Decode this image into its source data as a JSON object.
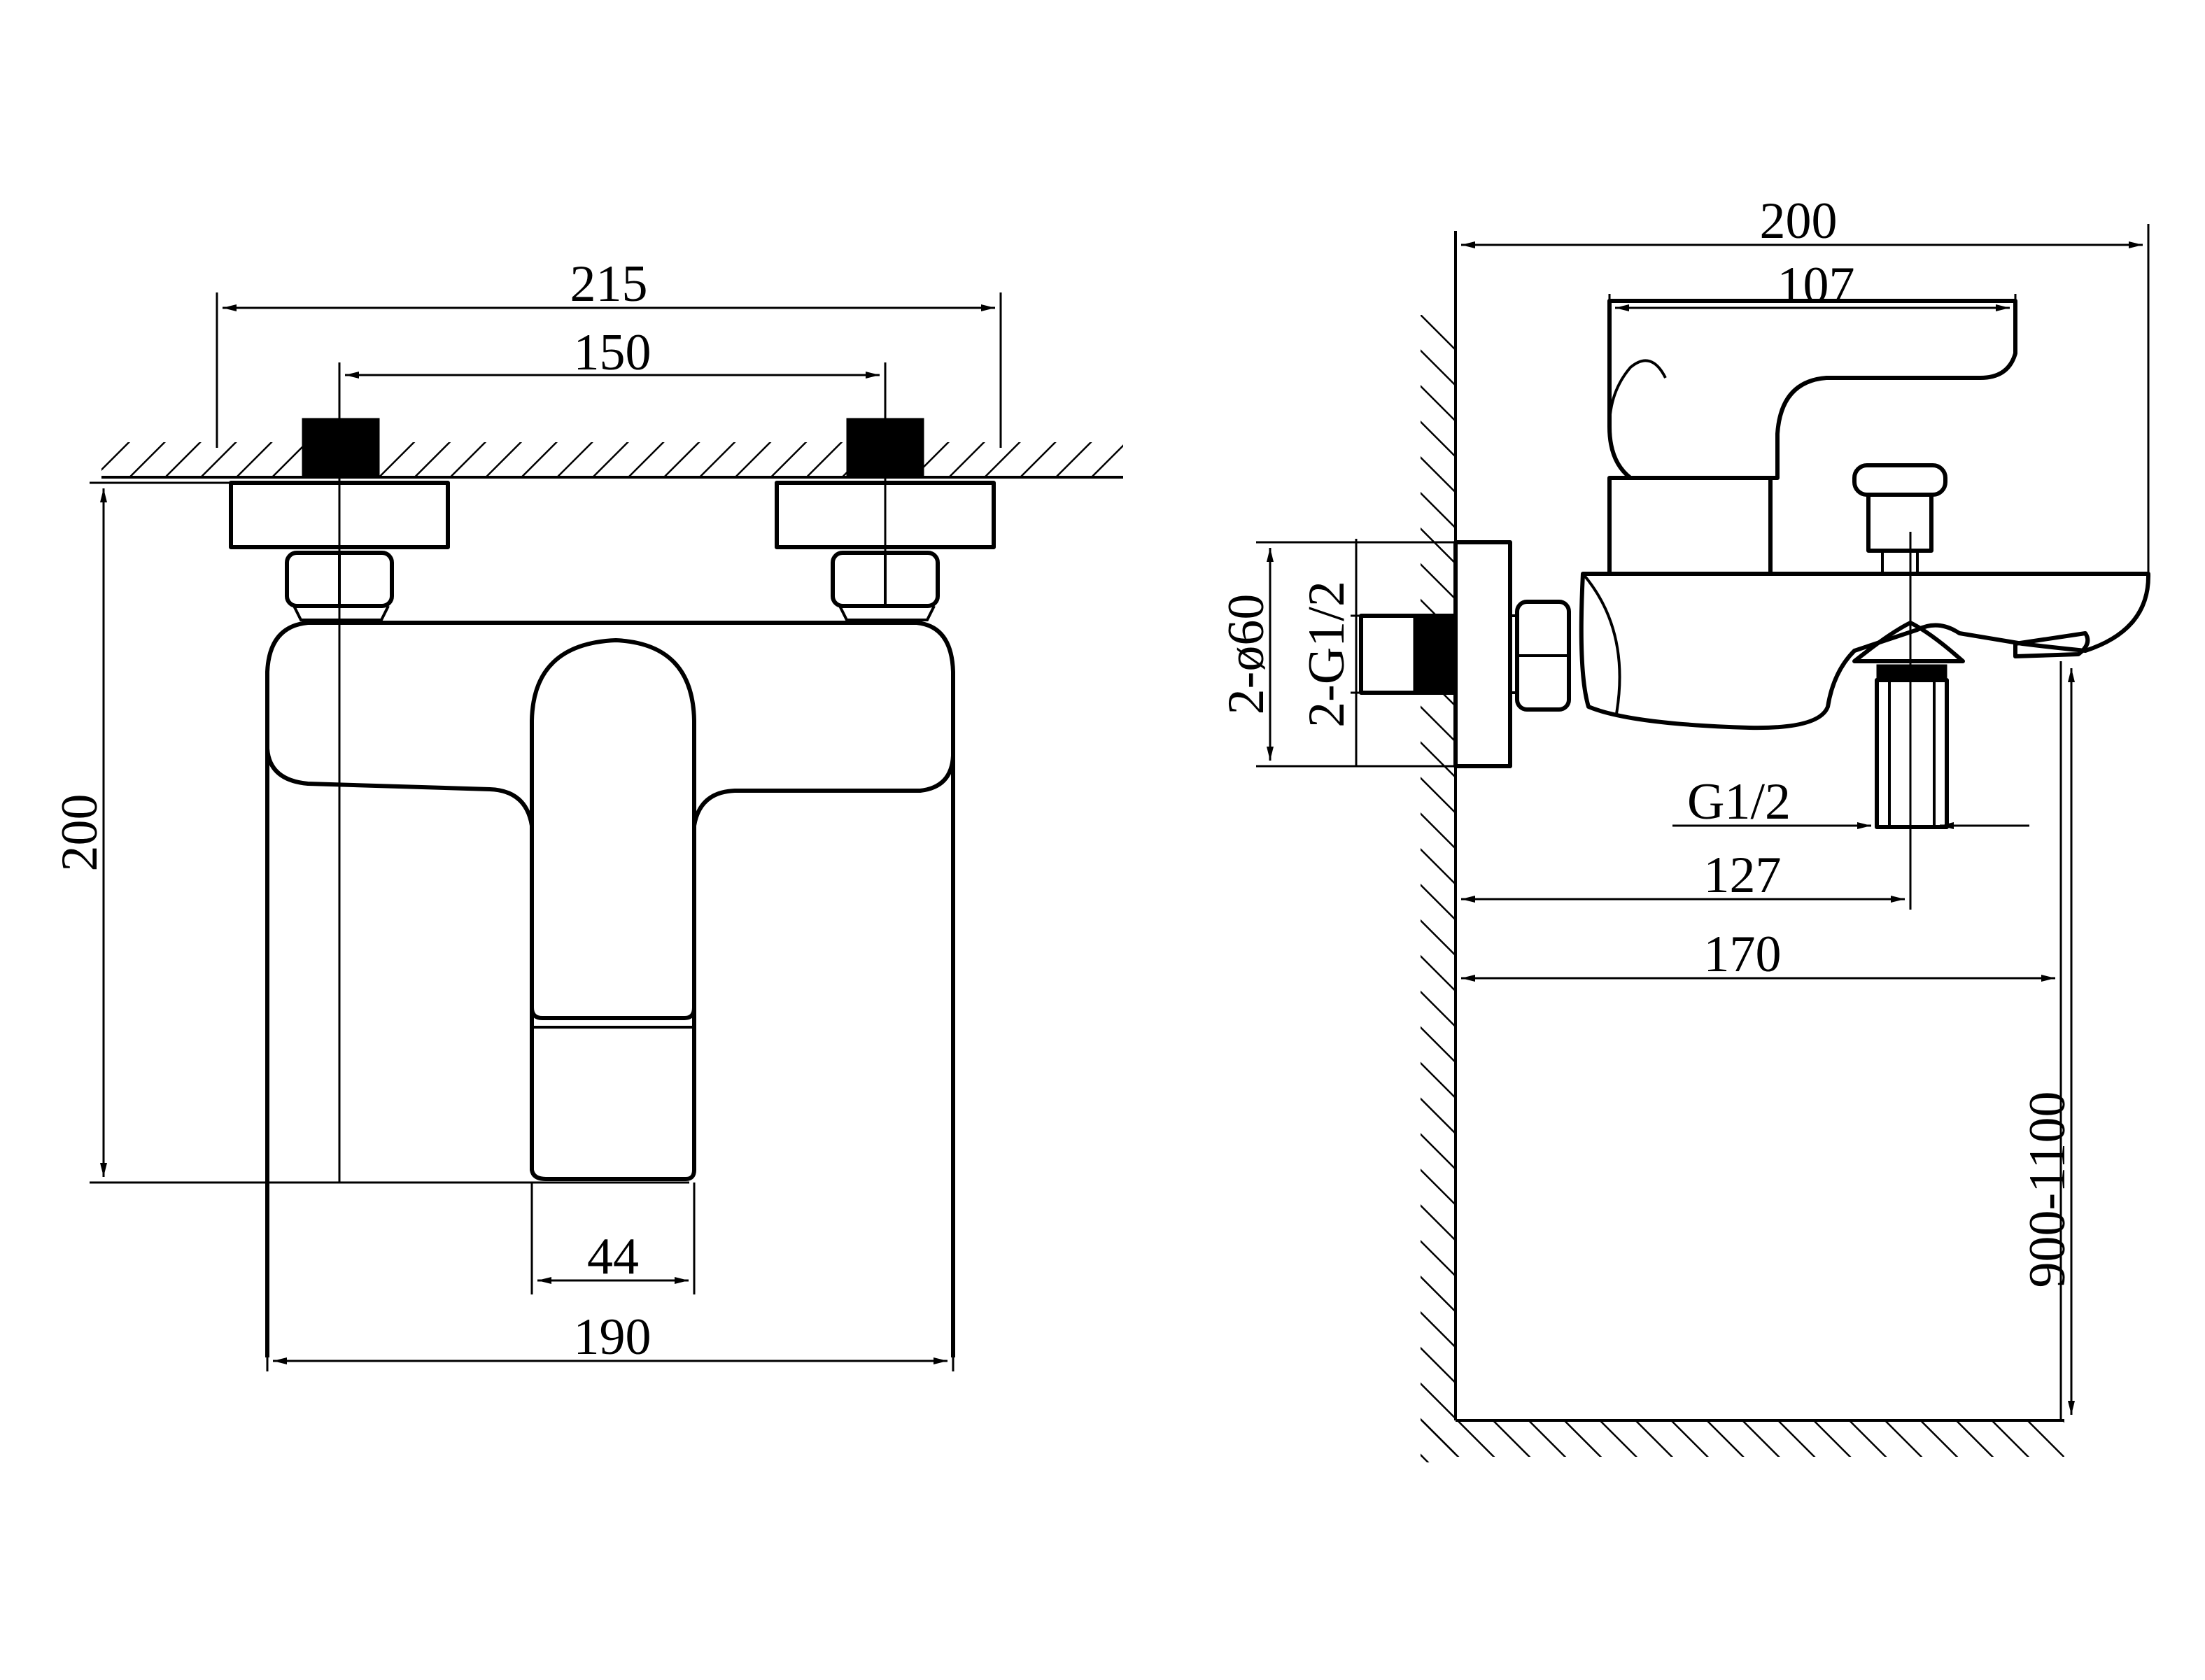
{
  "front_view": {
    "dims": {
      "overall_width": "215",
      "inlet_spacing": "150",
      "height": "200",
      "handle_width": "44",
      "body_width": "190"
    }
  },
  "side_view": {
    "dims": {
      "total_depth": "200",
      "handle_length": "107",
      "flange_diameter": "2-ø60",
      "inlet_thread": "2-G1/2",
      "outlet_thread": "G1/2",
      "outlet_offset": "127",
      "spout_reach": "170",
      "install_height": "900-1100"
    }
  },
  "colors": {
    "line": "#000000",
    "background": "#ffffff"
  }
}
